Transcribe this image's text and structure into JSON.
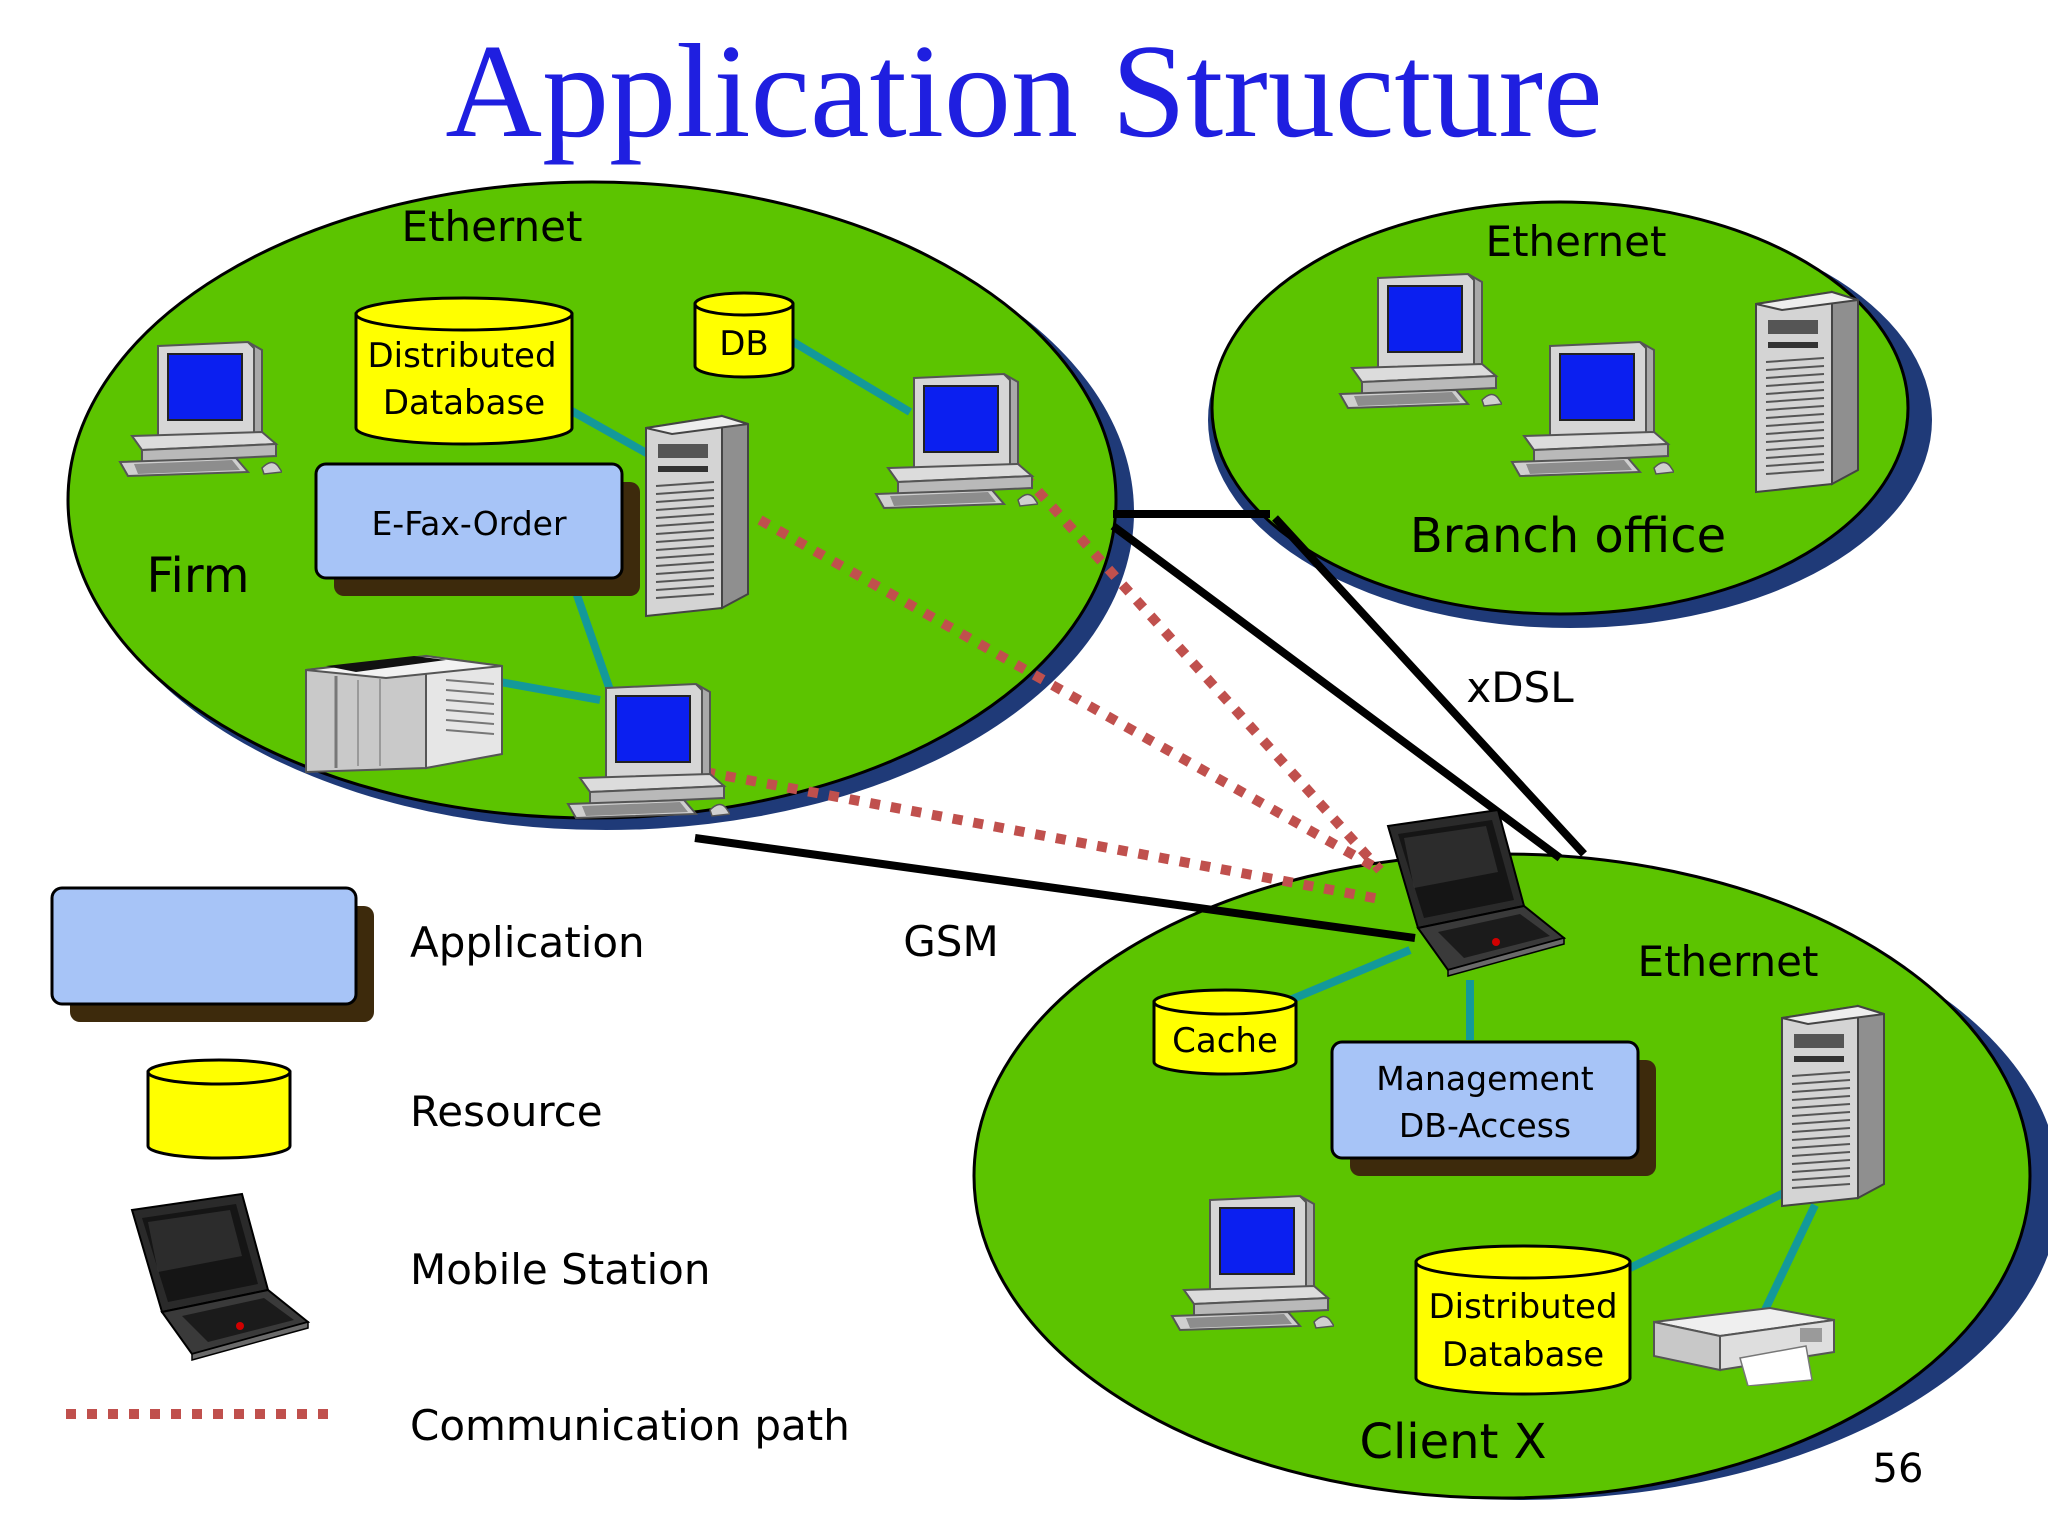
{
  "title": "Application Structure",
  "page_number": "56",
  "colors": {
    "title": "#1f1fe0",
    "network_green": "#5cc400",
    "network_shadow": "#1f3a78",
    "application_box": "#a7c4f7",
    "application_shadow": "#3d2a0c",
    "resource": "#ffff00",
    "link_teal": "#13999a",
    "communication_path": "#c0504d",
    "wan_link": "#000000"
  },
  "networks": {
    "firm": {
      "name": "Firm",
      "lan": "Ethernet",
      "resources": [
        "Distributed\nDatabase",
        "DB"
      ],
      "application": "E-Fax-Order",
      "devices": [
        "desktop-icon",
        "server-icon",
        "desktop-icon",
        "printer-icon",
        "desktop-icon"
      ]
    },
    "branch": {
      "name": "Branch office",
      "lan": "Ethernet",
      "devices": [
        "desktop-icon",
        "desktop-icon",
        "server-icon"
      ]
    },
    "client": {
      "name": "Client X",
      "lan": "Ethernet",
      "resources": [
        "Cache",
        "Distributed\nDatabase"
      ],
      "application": [
        "Management",
        "DB-Access"
      ],
      "devices": [
        "laptop-icon",
        "server-icon",
        "desktop-icon",
        "printer-icon"
      ]
    }
  },
  "links": {
    "xdsl": "xDSL",
    "gsm": "GSM"
  },
  "legend": [
    {
      "symbol": "application-box",
      "label": "Application"
    },
    {
      "symbol": "resource-cylinder",
      "label": "Resource"
    },
    {
      "symbol": "laptop-icon",
      "label": "Mobile Station"
    },
    {
      "symbol": "dotted-line",
      "label": "Communication path"
    }
  ],
  "labels": {
    "firm_resource_1_line1": "Distributed",
    "firm_resource_1_line2": "Database",
    "firm_resource_2": "DB",
    "client_resource_1": "Cache",
    "client_resource_2_line1": "Distributed",
    "client_resource_2_line2": "Database",
    "client_app_line1": "Management",
    "client_app_line2": "DB-Access"
  }
}
